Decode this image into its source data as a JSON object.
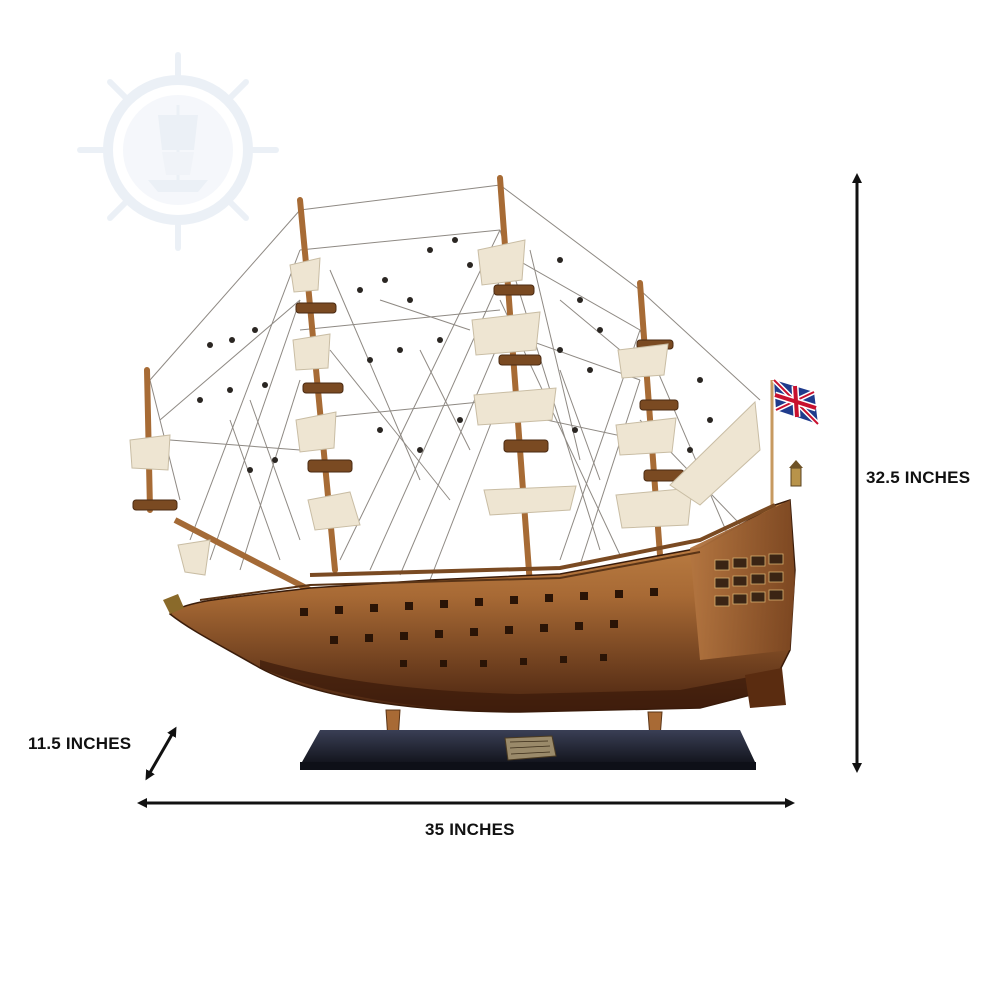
{
  "dimensions": {
    "height_label": "32.5 INCHES",
    "depth_label": "11.5 INCHES",
    "width_label": "35 INCHES"
  },
  "colors": {
    "background": "#ffffff",
    "arrow": "#111111",
    "hull_light": "#b5773f",
    "hull_dark": "#4a2410",
    "base": "#1c1f2e",
    "sail": "#eee5d2",
    "rigging": "#6f6a64",
    "watermark": "#dce5f0"
  },
  "icons": {
    "watermark": "ship-wheel-logo-icon",
    "flag": "union-jack-flag-icon"
  },
  "photo": {
    "subject": "wooden tall ship model"
  }
}
